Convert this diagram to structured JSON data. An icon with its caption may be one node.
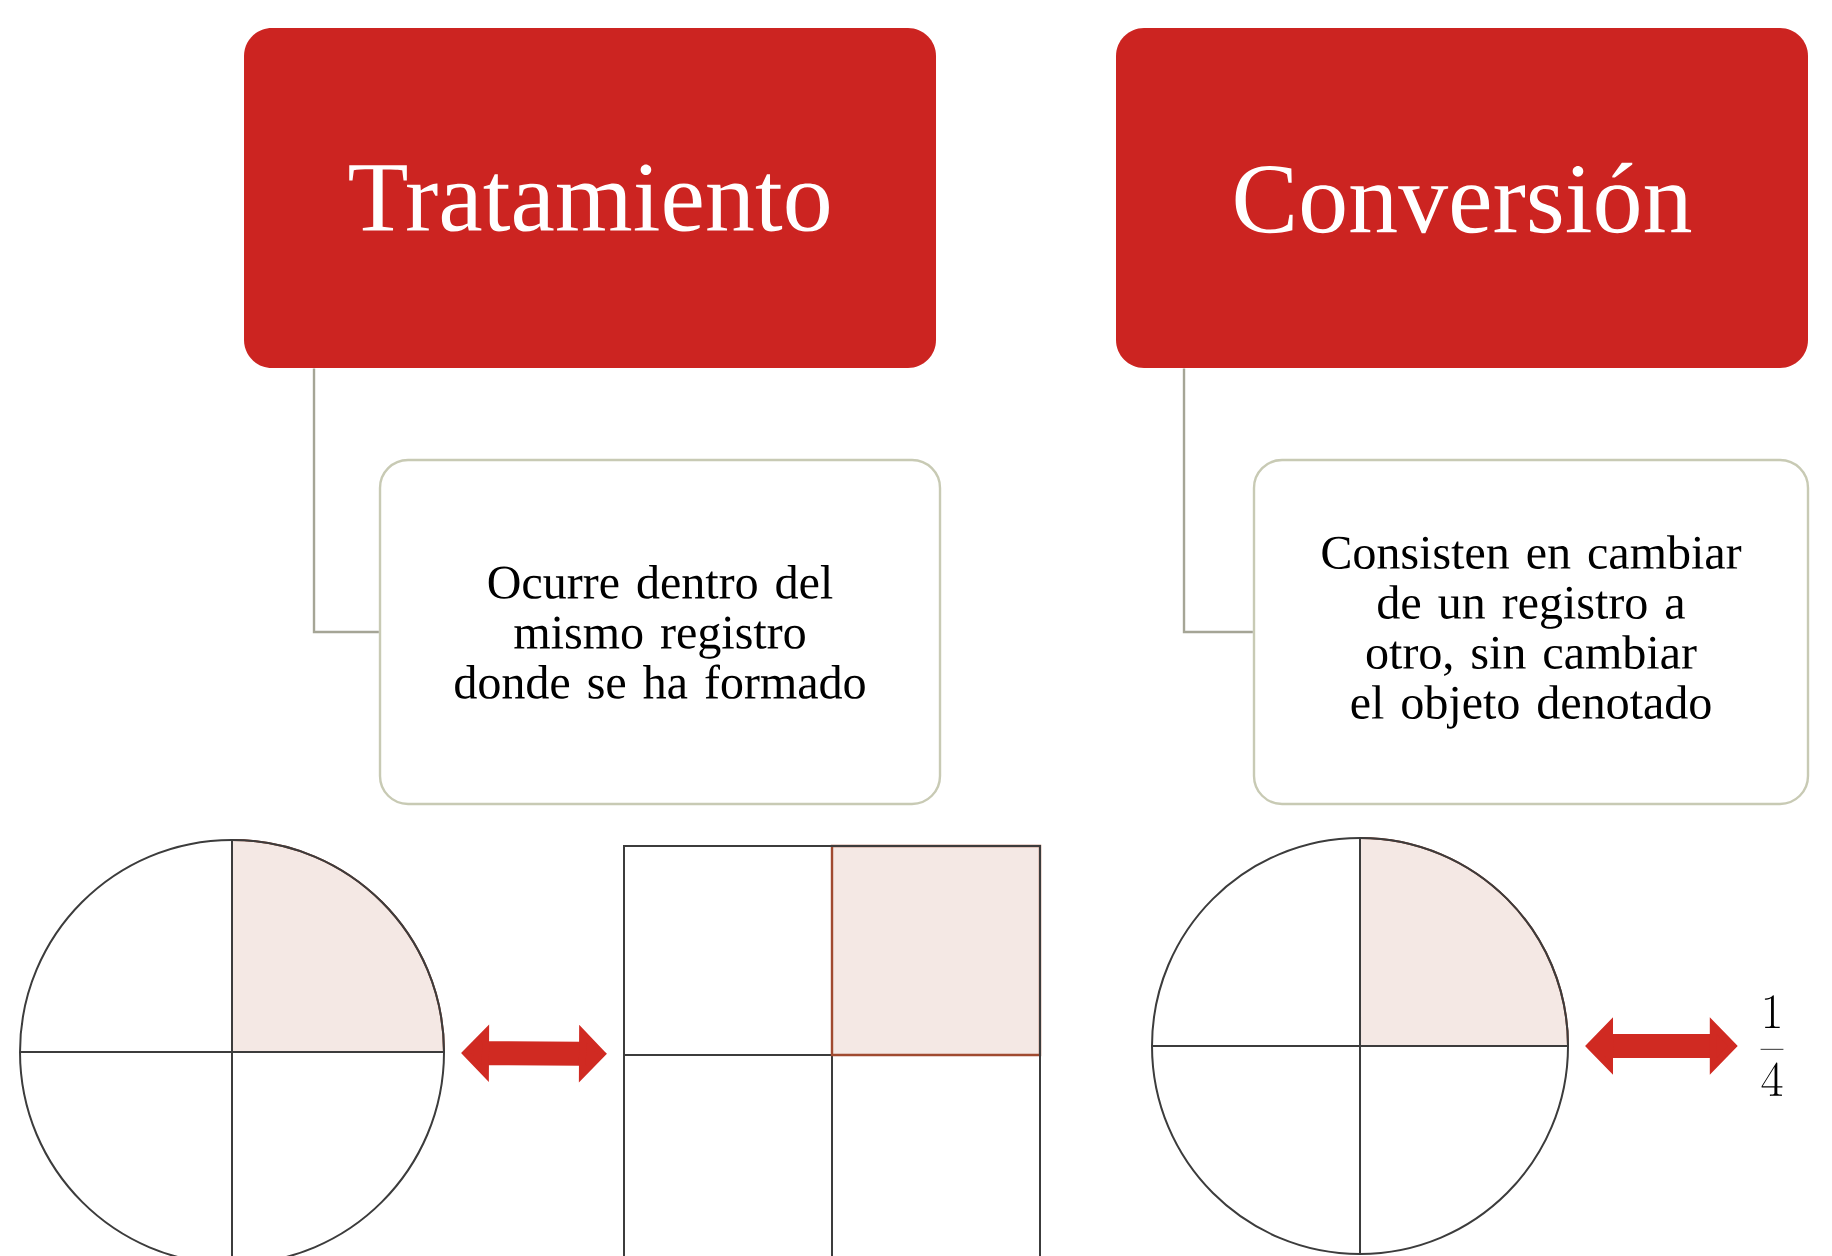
{
  "diagram": {
    "nodes": [
      {
        "text": [
          "Tratamiento"
        ]
      },
      {
        "text": [
          "Ocurre dentro del mismo registro donde se ha formado"
        ]
      },
      {
        "text": [
          "Conversión"
        ]
      },
      {
        "text": [
          "Consisten en cambiar de un registro a otro, sin cambiar el objeto denotado"
        ]
      },
      {
        "text": [],
        "shape": "circle"
      },
      {
        "text": [],
        "shape": "box"
      },
      {
        "text": [],
        "shape": "circle"
      },
      {
        "text": [
          "\\frac{1}{4}"
        ]
      }
    ],
    "edges": [
      {
        "from": 0,
        "to": 1,
        "arrow": "none"
      },
      {
        "from": 2,
        "to": 3,
        "arrow": "none"
      },
      {
        "from": 4,
        "to": 5,
        "arrow": "both",
        "style": "thick",
        "color": "#d02a22"
      },
      {
        "from": 6,
        "to": 7,
        "arrow": "both",
        "style": "thick",
        "color": "#d02a22"
      }
    ]
  }
}
